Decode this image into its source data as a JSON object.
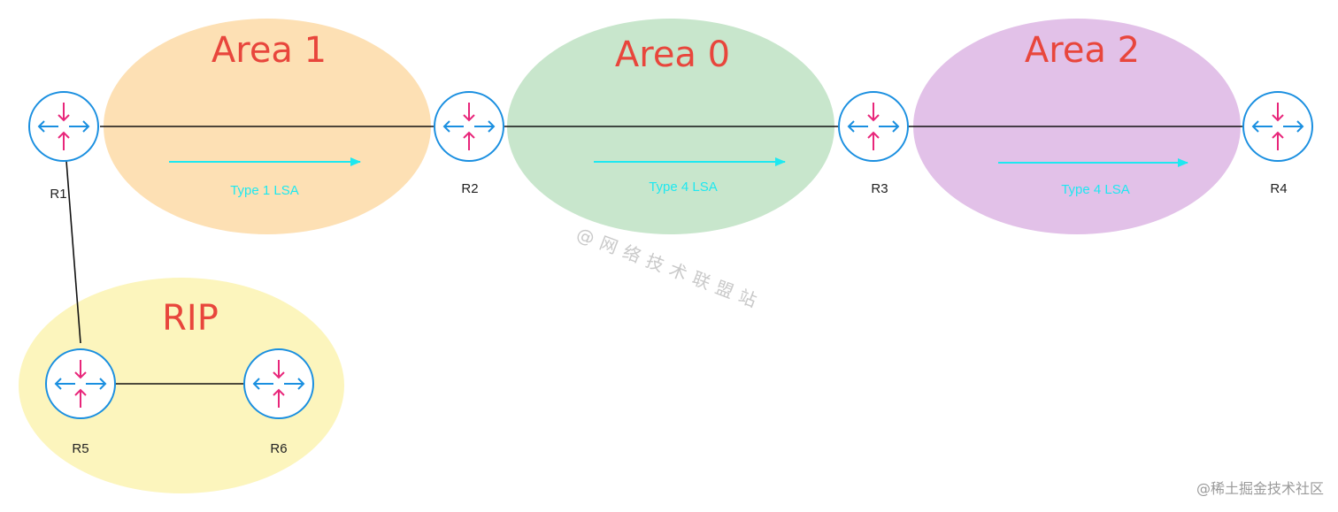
{
  "areas": {
    "area1": {
      "title": "Area 1",
      "fill": "#fde0b4"
    },
    "area0": {
      "title": "Area 0",
      "fill": "#c8e6cc"
    },
    "area2": {
      "title": "Area 2",
      "fill": "#e2c1e8"
    },
    "rip": {
      "title": "RIP",
      "fill": "#fcf5bd"
    }
  },
  "colors": {
    "area_title": "#e8463c",
    "lsa": "#1ee8f0",
    "router_ring": "#1a8fe0",
    "router_arrow_in": "#e8267a",
    "link": "#111111"
  },
  "routers": {
    "r1": "R1",
    "r2": "R2",
    "r3": "R3",
    "r4": "R4",
    "r5": "R5",
    "r6": "R6"
  },
  "lsa": {
    "area1": "Type 1 LSA",
    "area0": "Type 4 LSA",
    "area2": "Type 4 LSA"
  },
  "watermark": "@网络技术联盟站",
  "footer": "@稀土掘金技术社区"
}
